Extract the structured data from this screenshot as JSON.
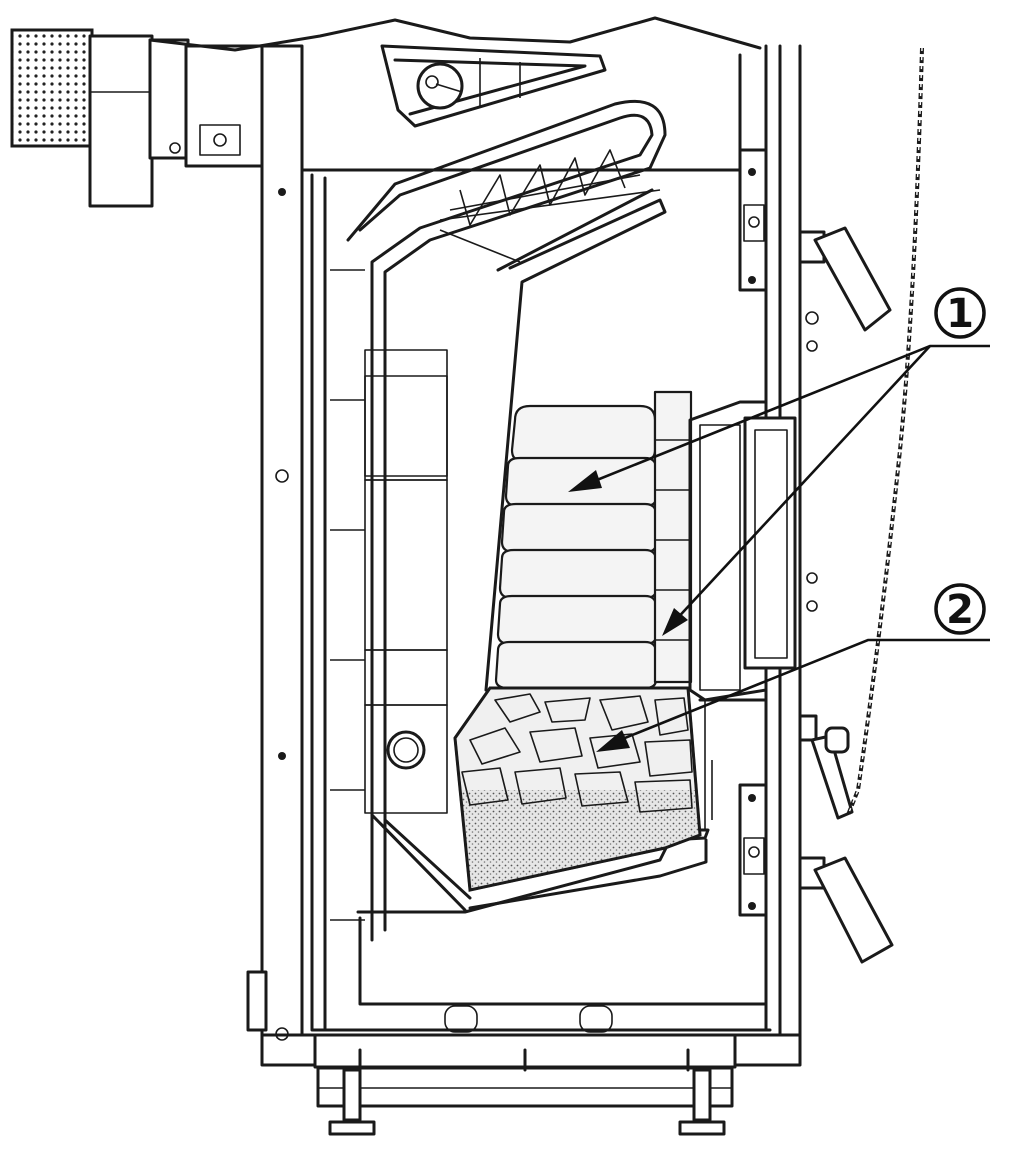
{
  "callouts": [
    {
      "id": "1",
      "label": "1"
    },
    {
      "id": "2",
      "label": "2"
    }
  ],
  "colors": {
    "line": "#1a1a1a",
    "fill": "#ffffff",
    "stone": "#d9d9d9"
  }
}
